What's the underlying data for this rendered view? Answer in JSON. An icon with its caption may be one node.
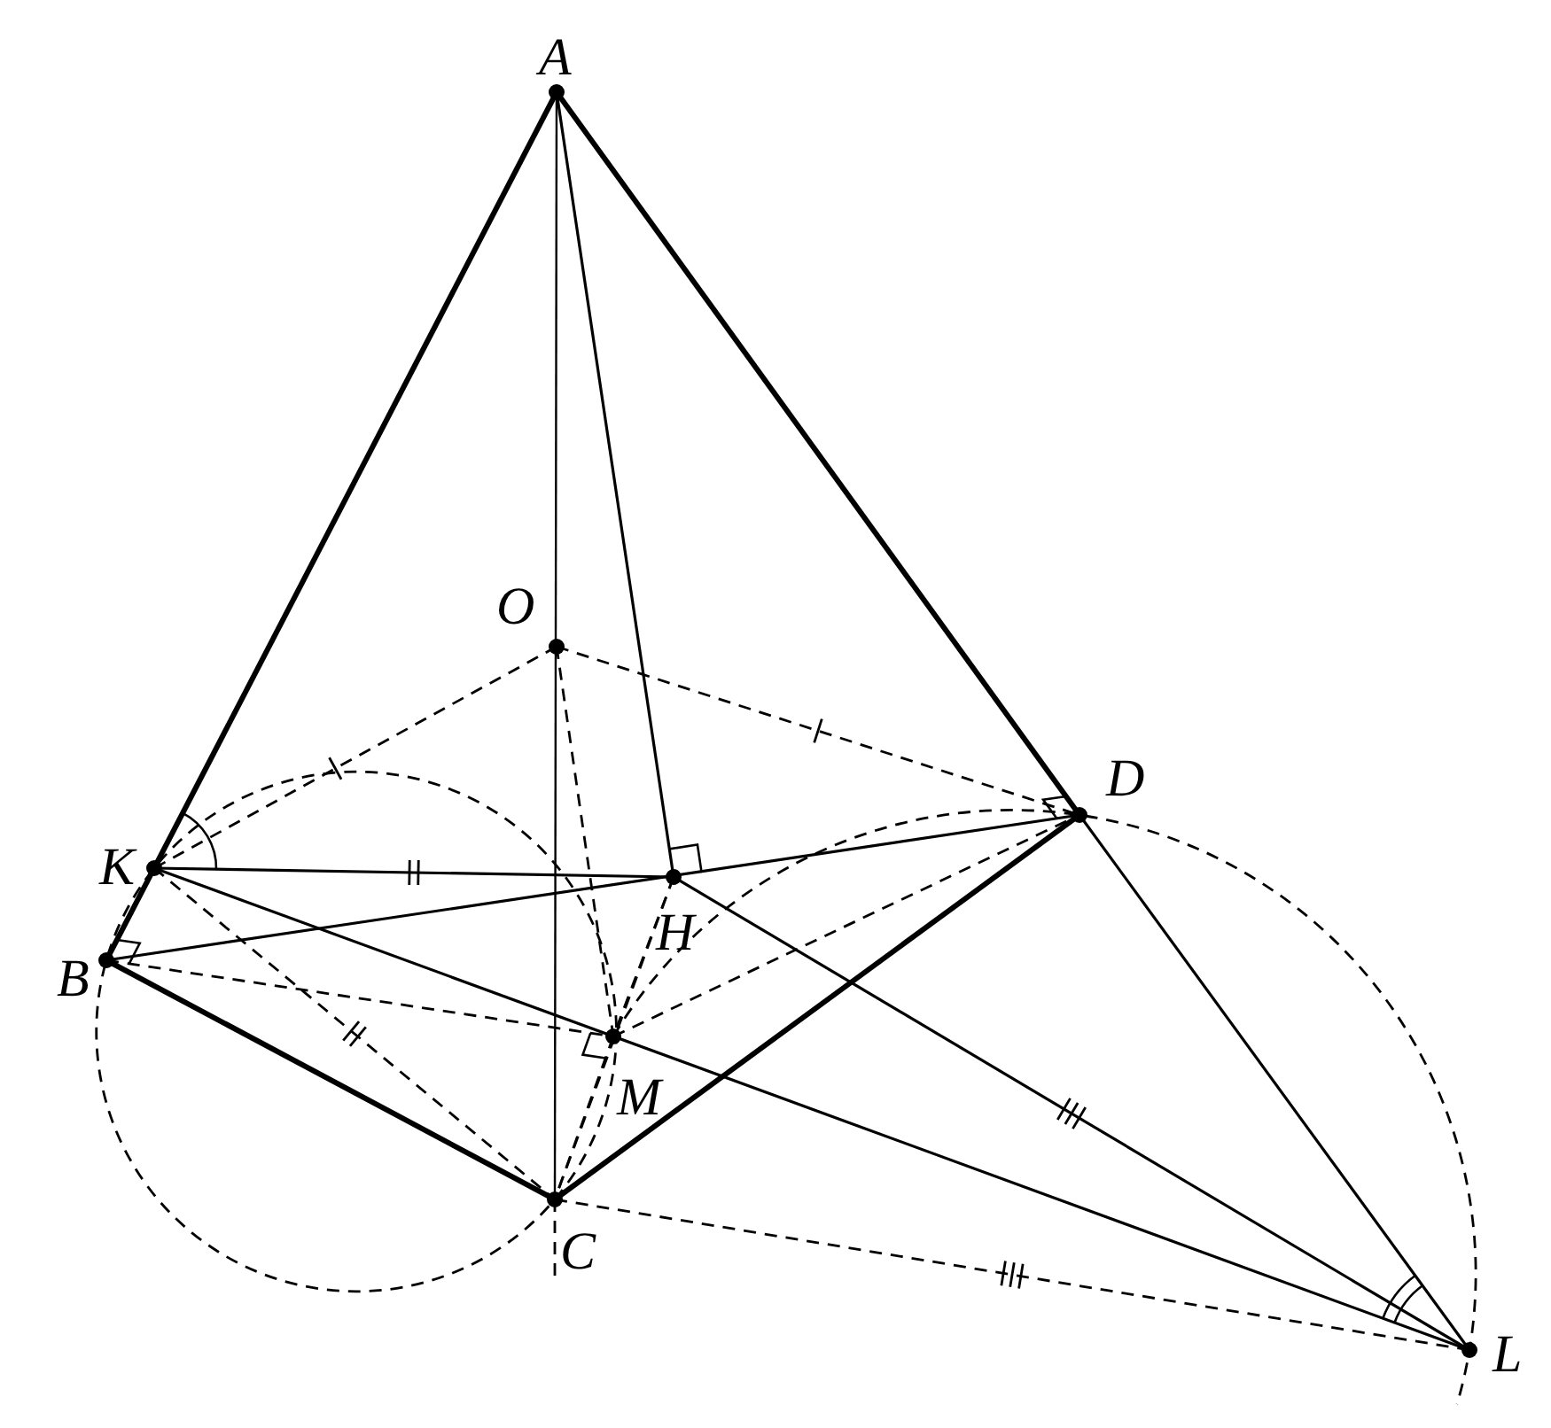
{
  "diagram": {
    "labels": [
      "A",
      "O",
      "K",
      "D",
      "H",
      "B",
      "M",
      "C",
      "L"
    ]
  }
}
